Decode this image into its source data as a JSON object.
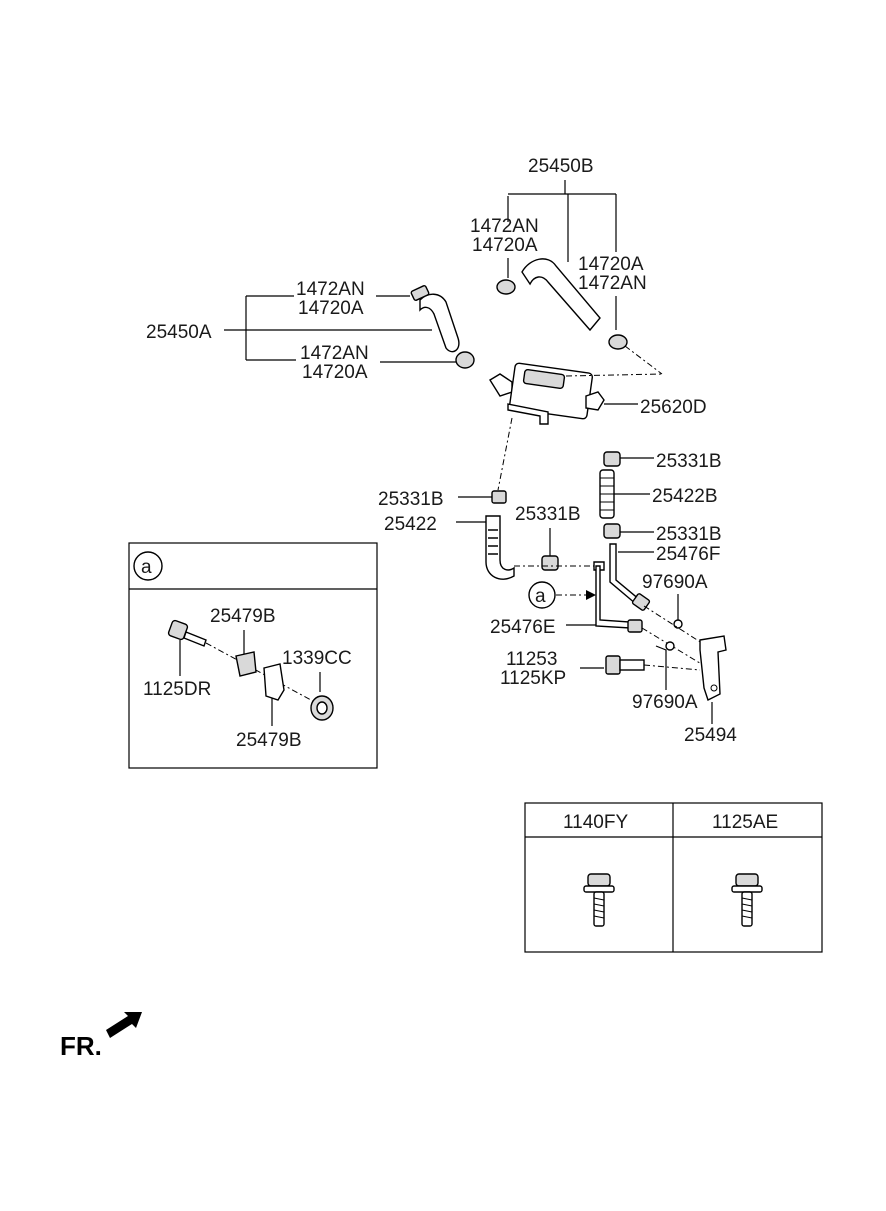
{
  "labels": {
    "p25450B": "25450B",
    "p1472AN_top_left": "1472AN",
    "p14720A_top_left": "14720A",
    "p14720A_top_right": "14720A",
    "p1472AN_top_right": "1472AN",
    "p1472AN_mid_1": "1472AN",
    "p14720A_mid_1": "14720A",
    "p25450A": "25450A",
    "p1472AN_mid_2": "1472AN",
    "p14720A_mid_2": "14720A",
    "p25620D": "25620D",
    "p25331B_r1": "25331B",
    "p25422B": "25422B",
    "p25331B_left": "25331B",
    "p25422": "25422",
    "p25331B_center": "25331B",
    "p25331B_r2": "25331B",
    "p25476F": "25476F",
    "p97690A_upper": "97690A",
    "p25476E": "25476E",
    "p11253": "11253",
    "p1125KP": "1125KP",
    "p97690A_lower": "97690A",
    "p25494": "25494"
  },
  "ref_marker": "a",
  "detail": {
    "marker": "a",
    "p25479B_top": "25479B",
    "p1339CC": "1339CC",
    "p1125DR": "1125DR",
    "p25479B_bottom": "25479B"
  },
  "fastener_table": {
    "col1": "1140FY",
    "col2": "1125AE"
  },
  "direction": "FR."
}
